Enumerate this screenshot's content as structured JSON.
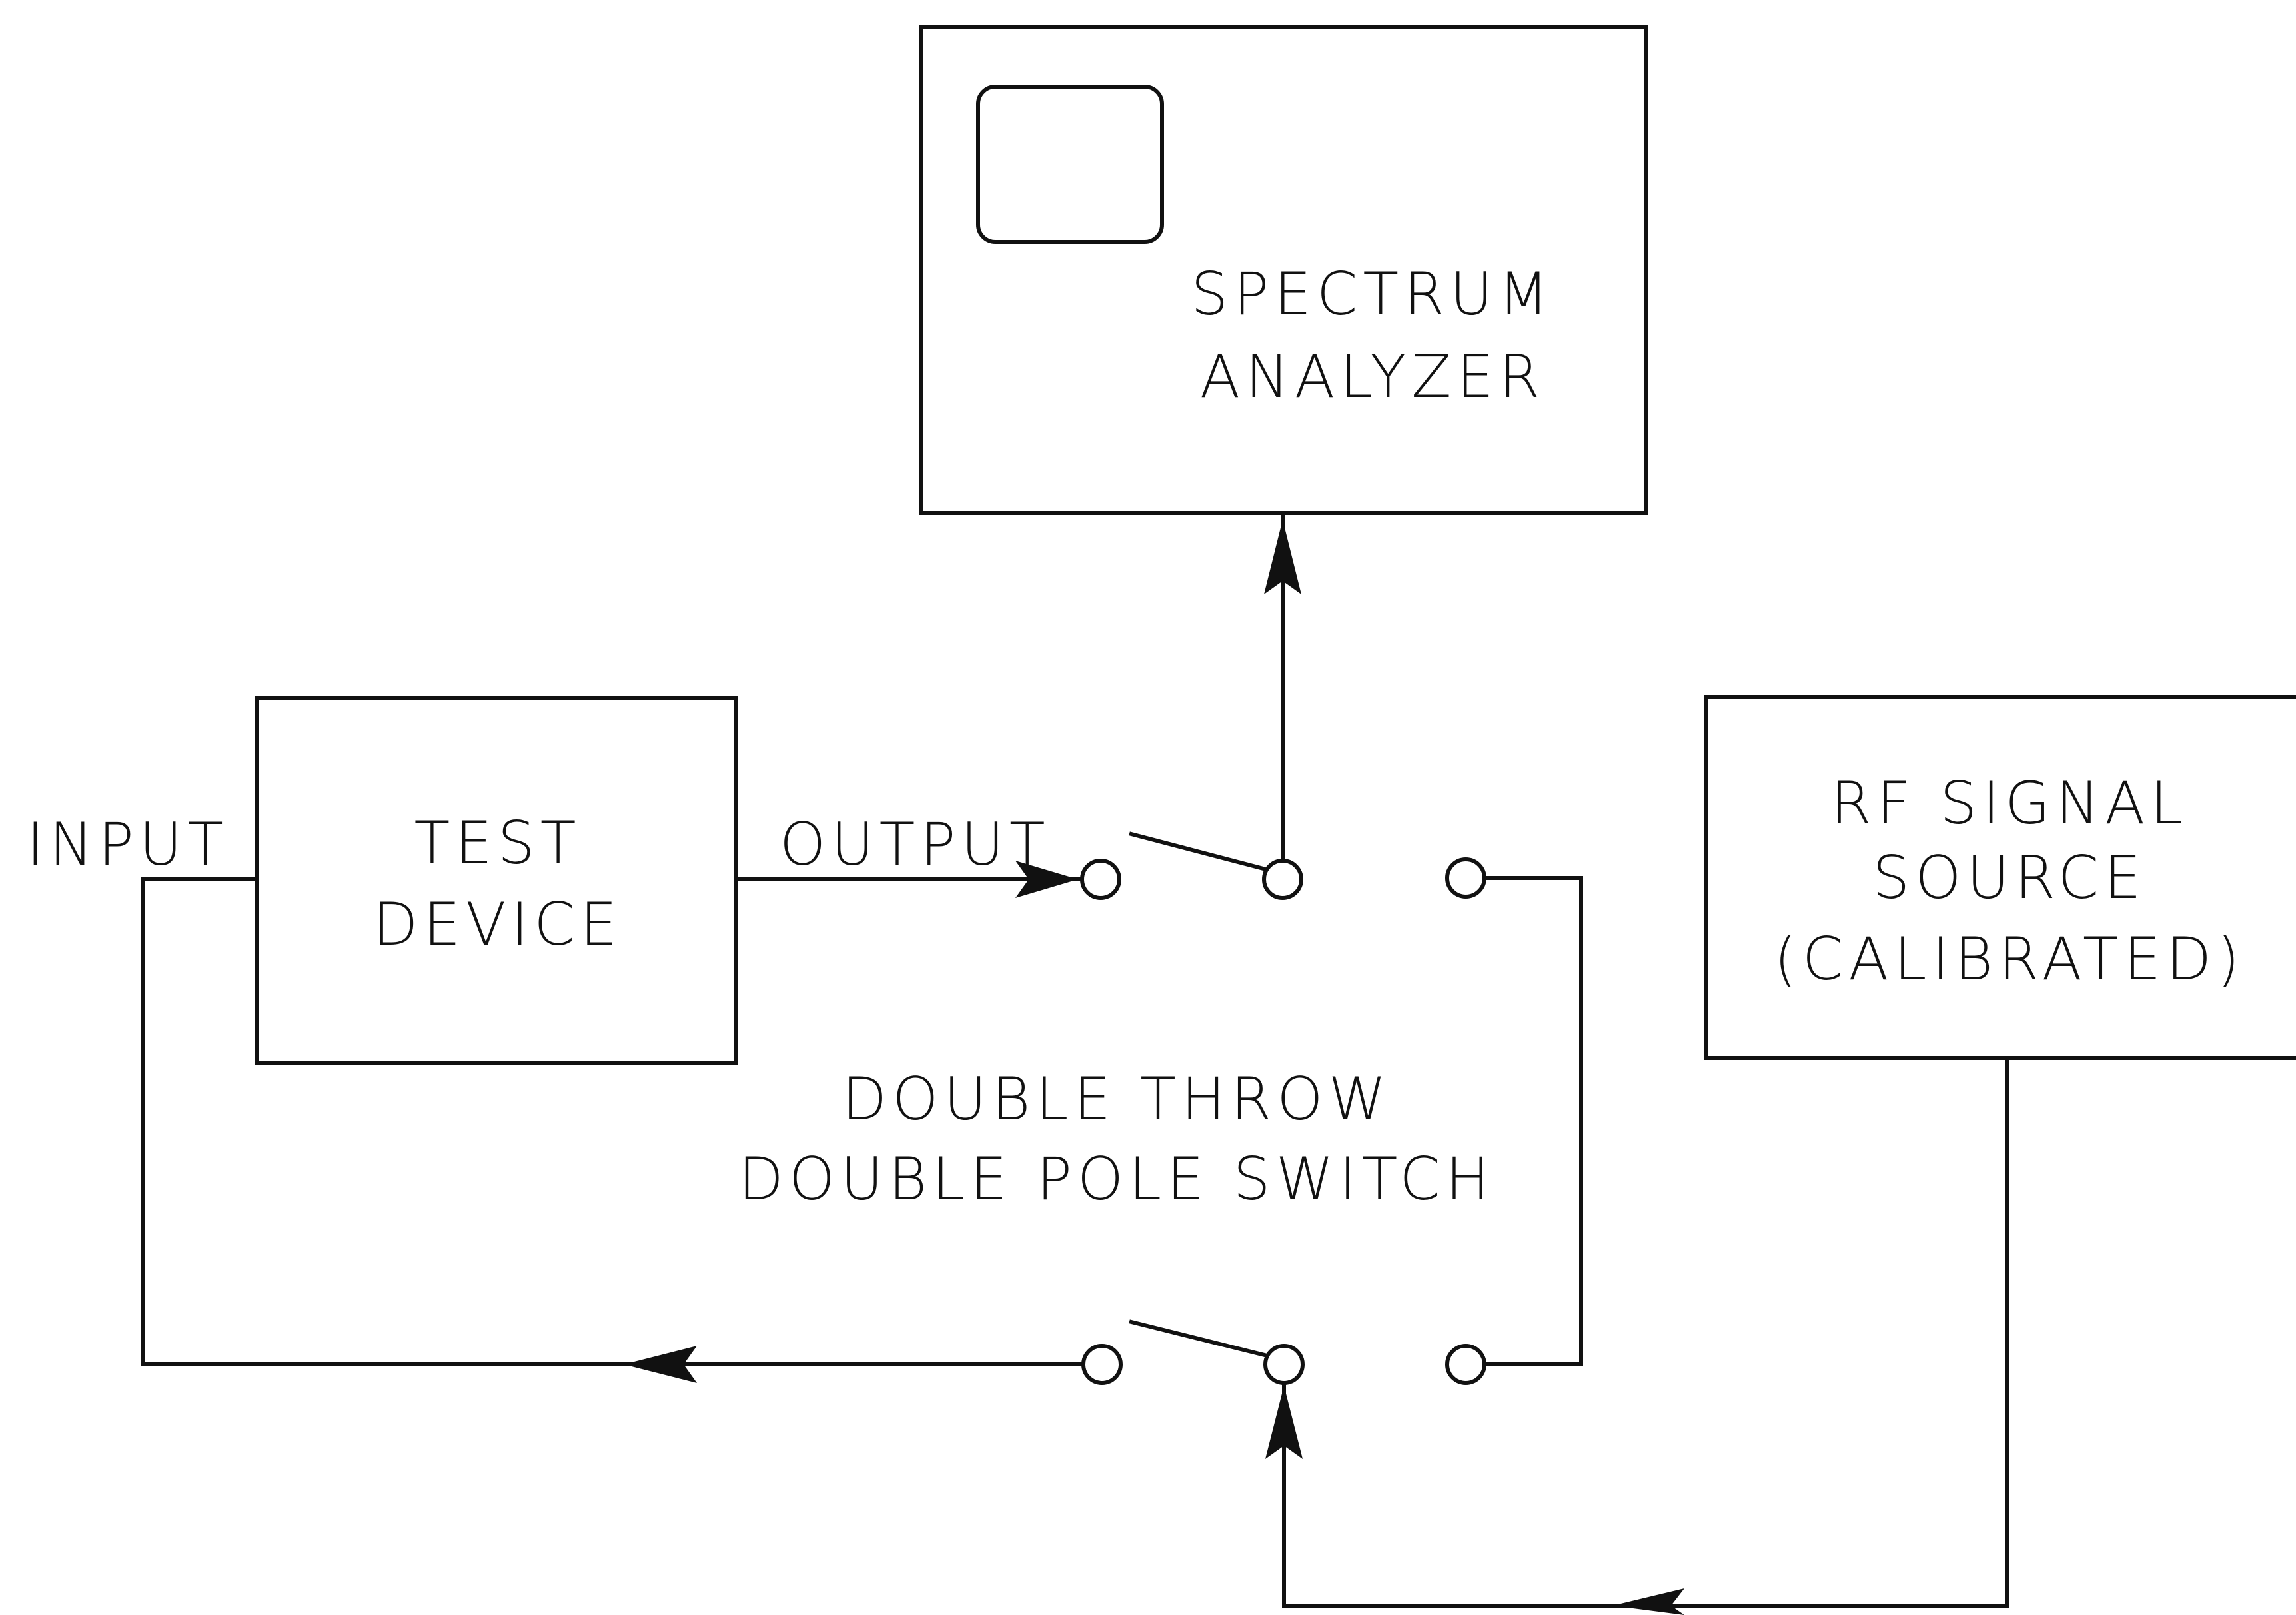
{
  "blocks": {
    "spectrum_analyzer": {
      "line1": "SPECTRUM",
      "line2": "ANALYZER"
    },
    "test_device": {
      "line1": "TEST",
      "line2": "DEVICE"
    },
    "rf_source": {
      "line1": "RF SIGNAL",
      "line2": "SOURCE",
      "line3": "(CALIBRATED)"
    }
  },
  "ports": {
    "input": "INPUT",
    "output": "OUTPUT"
  },
  "switch": {
    "line1": "DOUBLE THROW",
    "line2": "DOUBLE POLE SWITCH"
  }
}
